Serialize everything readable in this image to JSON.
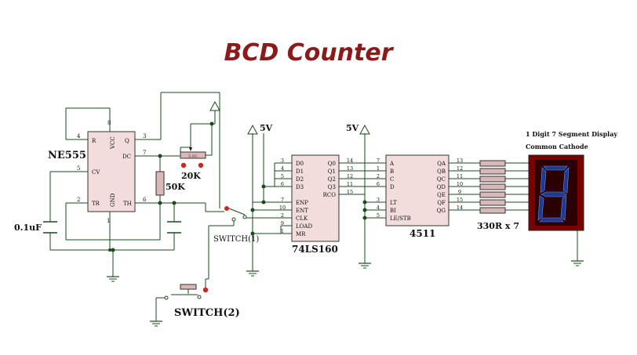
{
  "title": "BCD Counter",
  "colors": {
    "title": "#8b1a1a",
    "wire": "#1a4a1a",
    "chip": "#f2dcdc",
    "resistor": "#d9b8b8",
    "display": "#7a0000",
    "segment": "#1e3a8a",
    "display_bg": "#2a0000"
  },
  "ne555": {
    "name": "NE555",
    "pins": {
      "r": "R",
      "vcc": "VCC",
      "q": "Q",
      "dc": "DC",
      "cv": "CV",
      "tr": "TR",
      "gnd": "GND",
      "th": "TH"
    },
    "pin_numbers": {
      "r": "4",
      "vcc": "8",
      "q": "3",
      "dc": "7",
      "cv": "5",
      "tr": "2",
      "gnd": "1",
      "th": "6"
    }
  },
  "cap": {
    "label": "0.1uF"
  },
  "r_fixed": {
    "label": "50K"
  },
  "pot": {
    "label": "20K",
    "value": "5.05"
  },
  "supply1": {
    "label": "5V"
  },
  "supply2": {
    "label": "5V"
  },
  "counter": {
    "name": "74LS160",
    "left_pins": [
      {
        "num": "3",
        "label": "D0"
      },
      {
        "num": "4",
        "label": "D1"
      },
      {
        "num": "5",
        "label": "D2"
      },
      {
        "num": "6",
        "label": "D3"
      },
      {
        "num": "7",
        "label": "ENP"
      },
      {
        "num": "10",
        "label": "ENT"
      },
      {
        "num": "2",
        "label": "CLK"
      },
      {
        "num": "9",
        "label": "LOAD"
      },
      {
        "num": "1",
        "label": "MR"
      }
    ],
    "right_pins": [
      {
        "num": "14",
        "label": "Q0"
      },
      {
        "num": "13",
        "label": "Q1"
      },
      {
        "num": "12",
        "label": "Q2"
      },
      {
        "num": "11",
        "label": "Q3"
      },
      {
        "num": "15",
        "label": "RCO"
      }
    ]
  },
  "decoder": {
    "name": "4511",
    "left_pins": [
      {
        "num": "7",
        "label": "A"
      },
      {
        "num": "1",
        "label": "B"
      },
      {
        "num": "2",
        "label": "C"
      },
      {
        "num": "6",
        "label": "D"
      },
      {
        "num": "3",
        "label": "LT"
      },
      {
        "num": "4",
        "label": "BI"
      },
      {
        "num": "5",
        "label": "LE/STB"
      }
    ],
    "right_pins": [
      {
        "num": "13",
        "label": "QA"
      },
      {
        "num": "12",
        "label": "QB"
      },
      {
        "num": "11",
        "label": "QC"
      },
      {
        "num": "10",
        "label": "QD"
      },
      {
        "num": "9",
        "label": "QE"
      },
      {
        "num": "15",
        "label": "QF"
      },
      {
        "num": "14",
        "label": "QG"
      }
    ]
  },
  "resistors": {
    "label": "330R x 7"
  },
  "display": {
    "line1": "1 Digit 7 Segment Display",
    "line2": "Common Cathode",
    "digit": "8"
  },
  "switch1": {
    "label": "SWITCH(1)"
  },
  "switch2": {
    "label": "SWITCH(2)"
  }
}
